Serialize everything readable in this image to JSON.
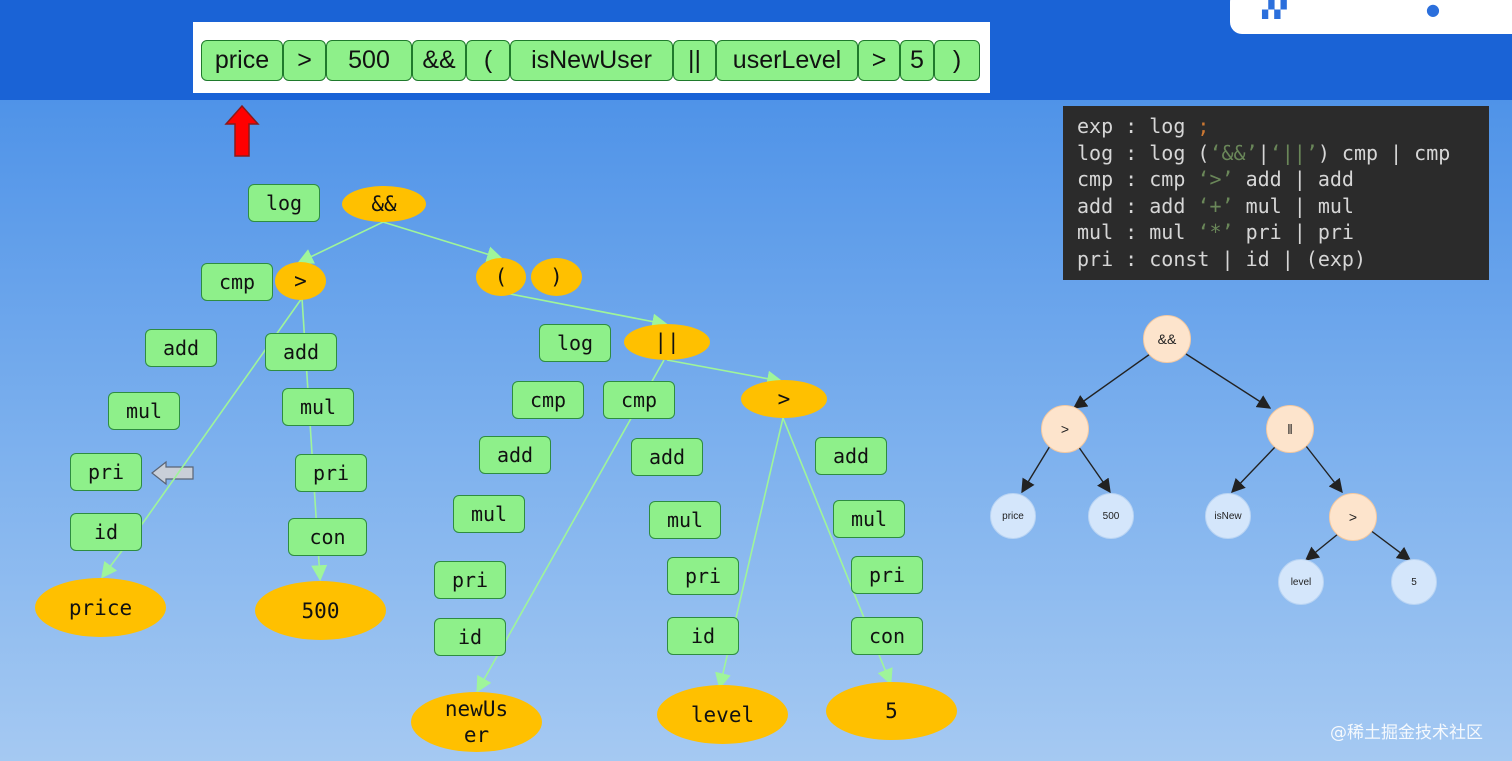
{
  "tokens": [
    "price",
    ">",
    "500",
    "&&",
    "(",
    "isNewUser",
    "||",
    "userLevel",
    ">",
    "5",
    ")"
  ],
  "grammar": {
    "lines": [
      {
        "parts": [
          {
            "t": "exp : log "
          },
          {
            "t": ";",
            "c": "semi"
          }
        ]
      },
      {
        "parts": [
          {
            "t": "log : log ("
          },
          {
            "t": "‘&&’",
            "c": "str"
          },
          {
            "t": "|"
          },
          {
            "t": "‘||’",
            "c": "str"
          },
          {
            "t": ") cmp | cmp"
          }
        ]
      },
      {
        "parts": [
          {
            "t": "cmp : cmp "
          },
          {
            "t": "‘>’",
            "c": "str"
          },
          {
            "t": " add | add"
          }
        ]
      },
      {
        "parts": [
          {
            "t": "add : add "
          },
          {
            "t": "‘+’",
            "c": "str"
          },
          {
            "t": " mul | mul"
          }
        ]
      },
      {
        "parts": [
          {
            "t": "mul : mul "
          },
          {
            "t": "‘*’",
            "c": "str"
          },
          {
            "t": " pri | pri"
          }
        ]
      },
      {
        "parts": [
          {
            "t": "pri : const | id | (exp)"
          }
        ]
      }
    ]
  },
  "parse_tree": {
    "nonterminals": {
      "log_a": "log",
      "cmp_a": "cmp",
      "add_a": "add",
      "mul_a": "mul",
      "pri_a": "pri",
      "id_a": "id",
      "add_b": "add",
      "mul_b": "mul",
      "pri_b": "pri",
      "con_b": "con",
      "log_c": "log",
      "cmp_c": "cmp",
      "add_c": "add",
      "mul_c": "mul",
      "pri_c": "pri",
      "id_c": "id",
      "cmp_d": "cmp",
      "add_d": "add",
      "mul_d": "mul",
      "pri_d": "pri",
      "id_d": "id",
      "add_e": "add",
      "mul_e": "mul",
      "pri_e": "pri",
      "con_e": "con"
    },
    "operators": {
      "and": "&&",
      "gt1": ">",
      "lparen": "(",
      "rparen": ")",
      "or": "||",
      "gt2": ">"
    },
    "leaves": {
      "price": "price",
      "v500": "500",
      "newUser": "newUs\ner",
      "level": "level",
      "v5": "5"
    }
  },
  "ast": {
    "and": "&&",
    "gt1": ">",
    "or": "‖",
    "gt2": ">",
    "price": "price",
    "v500": "500",
    "isNew": "isNew",
    "level": "level",
    "v5": "5"
  },
  "watermark": "@稀土掘金技术社区",
  "colors": {
    "token_fill": "#8ef08a",
    "operator_fill": "#ffc000",
    "arrow_green": "#9ff59a",
    "pointer_red": "#ff0000"
  }
}
